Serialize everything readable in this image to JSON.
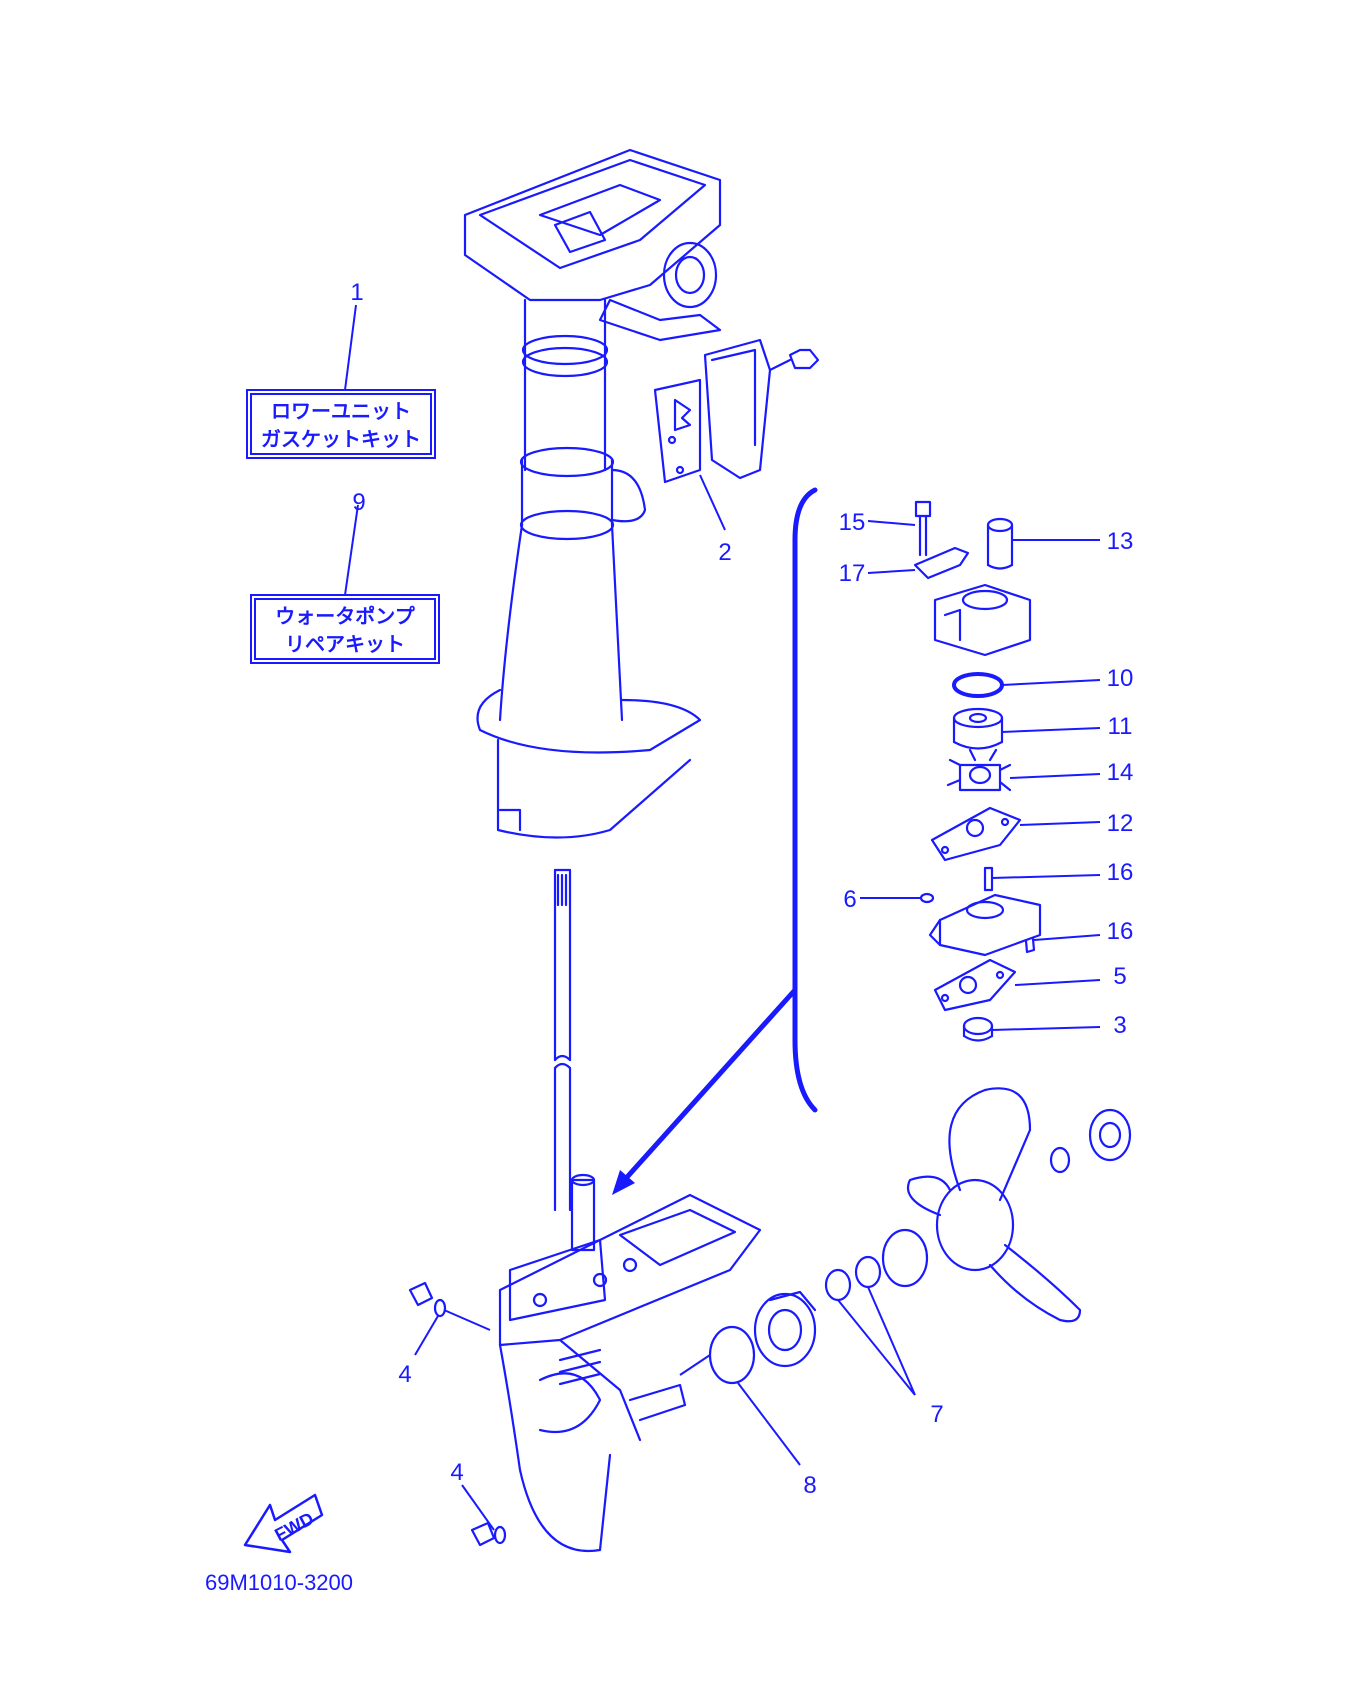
{
  "diagram_code": "69M1010-3200",
  "fwd_label": "FWD",
  "kits": [
    {
      "number": "1",
      "line1": "ロワーユニット",
      "line2": "ガスケットキット"
    },
    {
      "number": "9",
      "line1": "ウォータポンプ",
      "line2": "リペアキット"
    }
  ],
  "callouts": {
    "c2": "2",
    "c3": "3",
    "c4a": "4",
    "c4b": "4",
    "c5": "5",
    "c6": "6",
    "c7": "7",
    "c8": "8",
    "c10": "10",
    "c11": "11",
    "c12": "12",
    "c13": "13",
    "c14": "14",
    "c15": "15",
    "c16a": "16",
    "c16b": "16",
    "c17": "17"
  },
  "colors": {
    "ink": "#1a1aff",
    "paper": "#ffffff"
  }
}
